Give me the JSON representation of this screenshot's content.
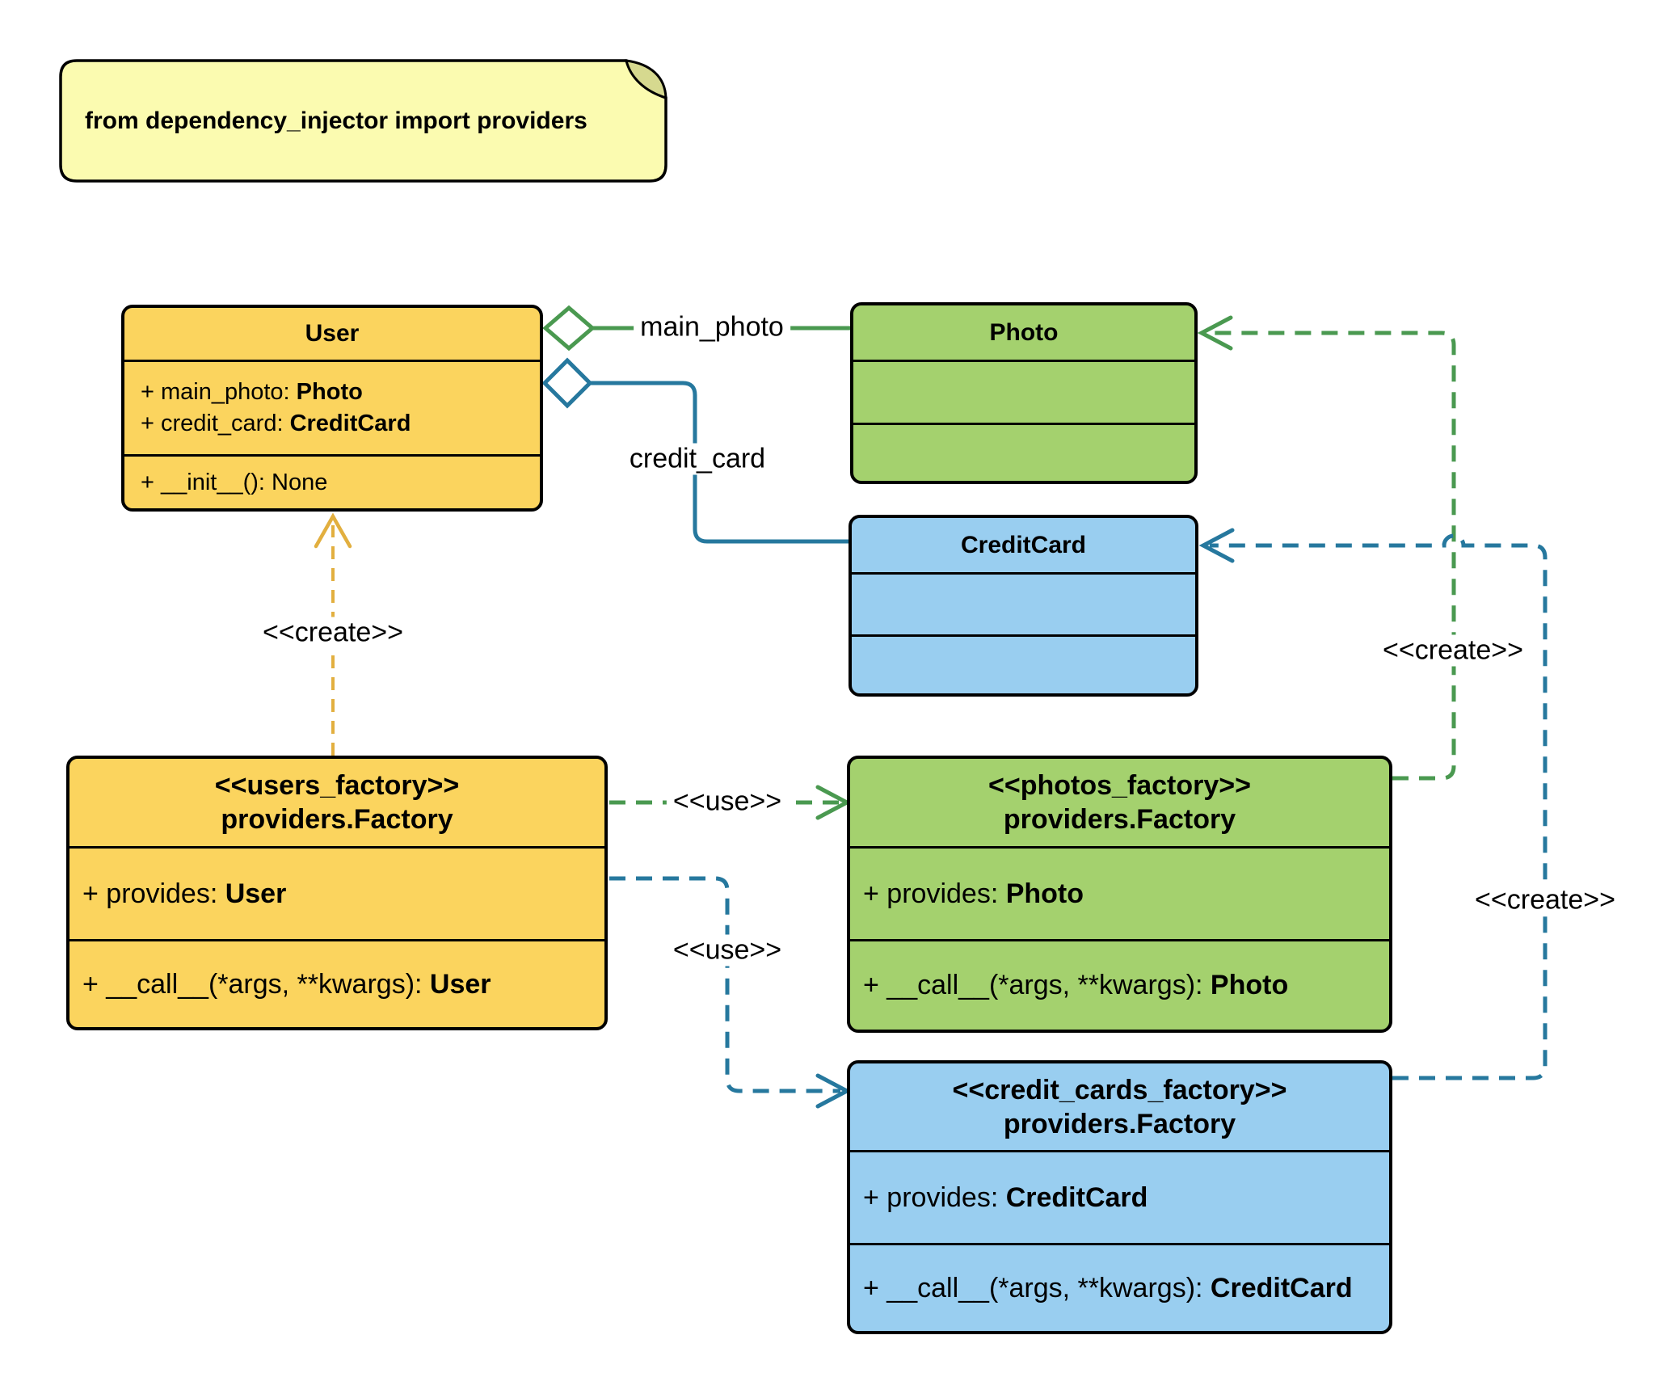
{
  "note": {
    "text": "from dependency_injector import providers"
  },
  "boxes": {
    "user": {
      "title": "User",
      "attr1_text": "+ main_photo: ",
      "attr1_type": "Photo",
      "attr2_text": "+ credit_card: ",
      "attr2_type": "CreditCard",
      "method1_text": "+ __init__(): None",
      "method1_type": ""
    },
    "photo": {
      "title": "Photo"
    },
    "credit_card": {
      "title": "CreditCard"
    },
    "users_factory": {
      "stereotype": "<<users_factory>>",
      "title": "providers.Factory",
      "attr1_text": "+ provides: ",
      "attr1_type": "User",
      "method1_text": "+ __call__(*args, **kwargs): ",
      "method1_type": "User"
    },
    "photos_factory": {
      "stereotype": "<<photos_factory>>",
      "title": "providers.Factory",
      "attr1_text": "+ provides: ",
      "attr1_type": "Photo",
      "method1_text": "+ __call__(*args, **kwargs): ",
      "method1_type": "Photo"
    },
    "credit_cards_factory": {
      "stereotype": "<<credit_cards_factory>>",
      "title": "providers.Factory",
      "attr1_text": "+ provides: ",
      "attr1_type": "CreditCard",
      "method1_text": "+ __call__(*args, **kwargs): ",
      "method1_type": "CreditCard"
    }
  },
  "edges": {
    "main_photo": {
      "label": "main_photo"
    },
    "credit_card": {
      "label": "credit_card"
    },
    "create_user": {
      "label": "<<create>>"
    },
    "create_photo": {
      "label": "<<create>>"
    },
    "create_credit_card": {
      "label": "<<create>>"
    },
    "use_photos": {
      "label": "<<use>>"
    },
    "use_credit_cards": {
      "label": "<<use>>"
    }
  },
  "colors": {
    "class_yellow": "#FBD45E",
    "class_green": "#A4D16E",
    "class_blue": "#99CEF0",
    "note_yellow": "#FBFBB0",
    "note_fold": "#D6D98F",
    "line_green": "#4A9950",
    "line_teal": "#26789E",
    "line_yellow": "#E2AF3F",
    "border_black": "#000000"
  }
}
